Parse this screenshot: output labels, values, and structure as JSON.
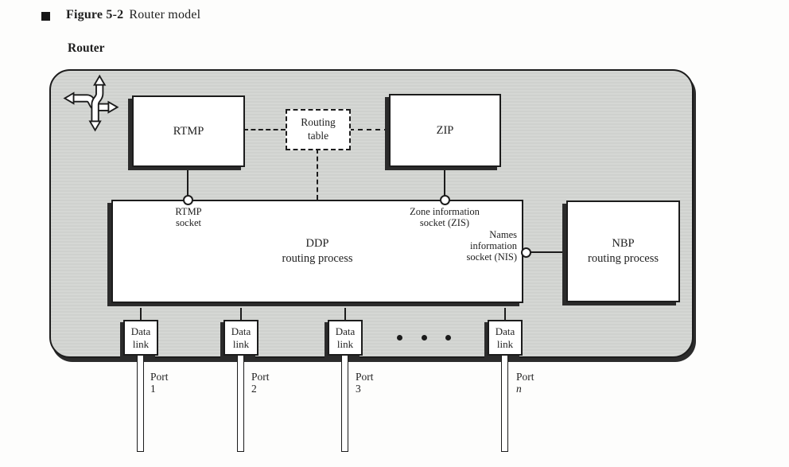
{
  "figure": {
    "bullet": "■",
    "number": "Figure 5-2",
    "title": "Router model"
  },
  "router": {
    "label": "Router"
  },
  "icons": {
    "router_symbol": "crossed-arrows-icon"
  },
  "boxes": {
    "rtmp": {
      "label": "RTMP"
    },
    "routing_table": {
      "label": "Routing\ntable"
    },
    "zip": {
      "label": "ZIP"
    },
    "ddp": {
      "label": "DDP\nrouting process"
    },
    "nbp": {
      "label": "NBP\nrouting process"
    },
    "data_link_label": "Data\nlink"
  },
  "sockets": {
    "rtmp": "RTMP\nsocket",
    "zis": "Zone information\nsocket (ZIS)",
    "nis": "Names\ninformation\nsocket (NIS)"
  },
  "ports": [
    {
      "label": "Port",
      "number": "1"
    },
    {
      "label": "Port",
      "number": "2"
    },
    {
      "label": "Port",
      "number": "3"
    },
    {
      "label": "Port",
      "number": "n"
    }
  ],
  "colors": {
    "page_bg": "#fdfdfc",
    "router_fill": "#d3d5d2",
    "box_fill": "#ffffff",
    "line": "#1c1c1c",
    "shadow": "#2b2b2b"
  }
}
